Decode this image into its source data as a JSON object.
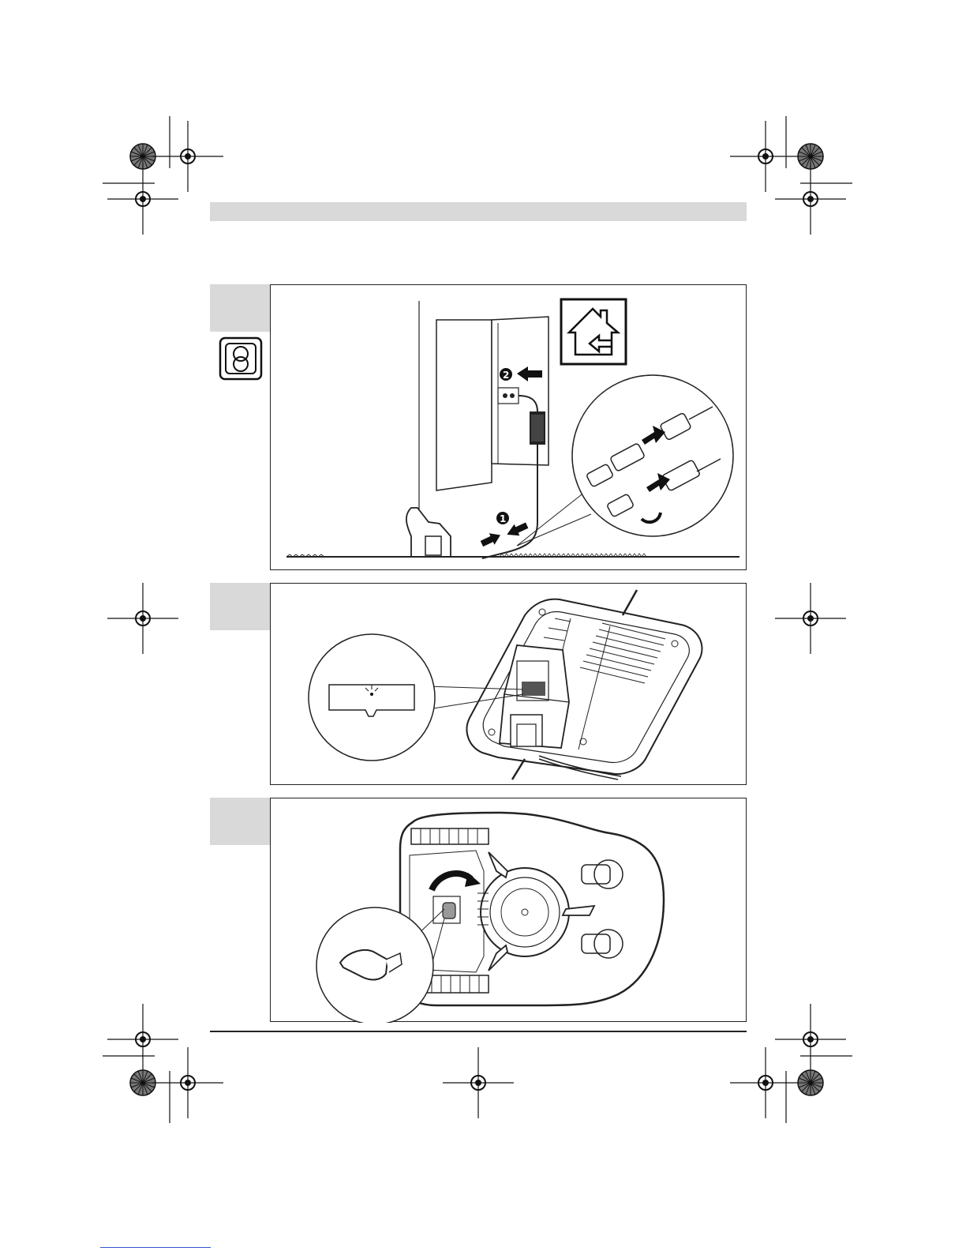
{
  "figures": [
    {
      "id": "fig-charging-station-power",
      "callouts": [
        "1",
        "2"
      ]
    },
    {
      "id": "fig-docking-contacts"
    },
    {
      "id": "fig-cutting-height-knob"
    }
  ],
  "icons": [
    "crop-mark-icon",
    "registration-target-icon",
    "power-supply-icon",
    "indoor-use-icon"
  ],
  "colors": {
    "tab_gray": "#d9d9d9",
    "line": "#222222",
    "bottom_line": "#3355cc"
  }
}
